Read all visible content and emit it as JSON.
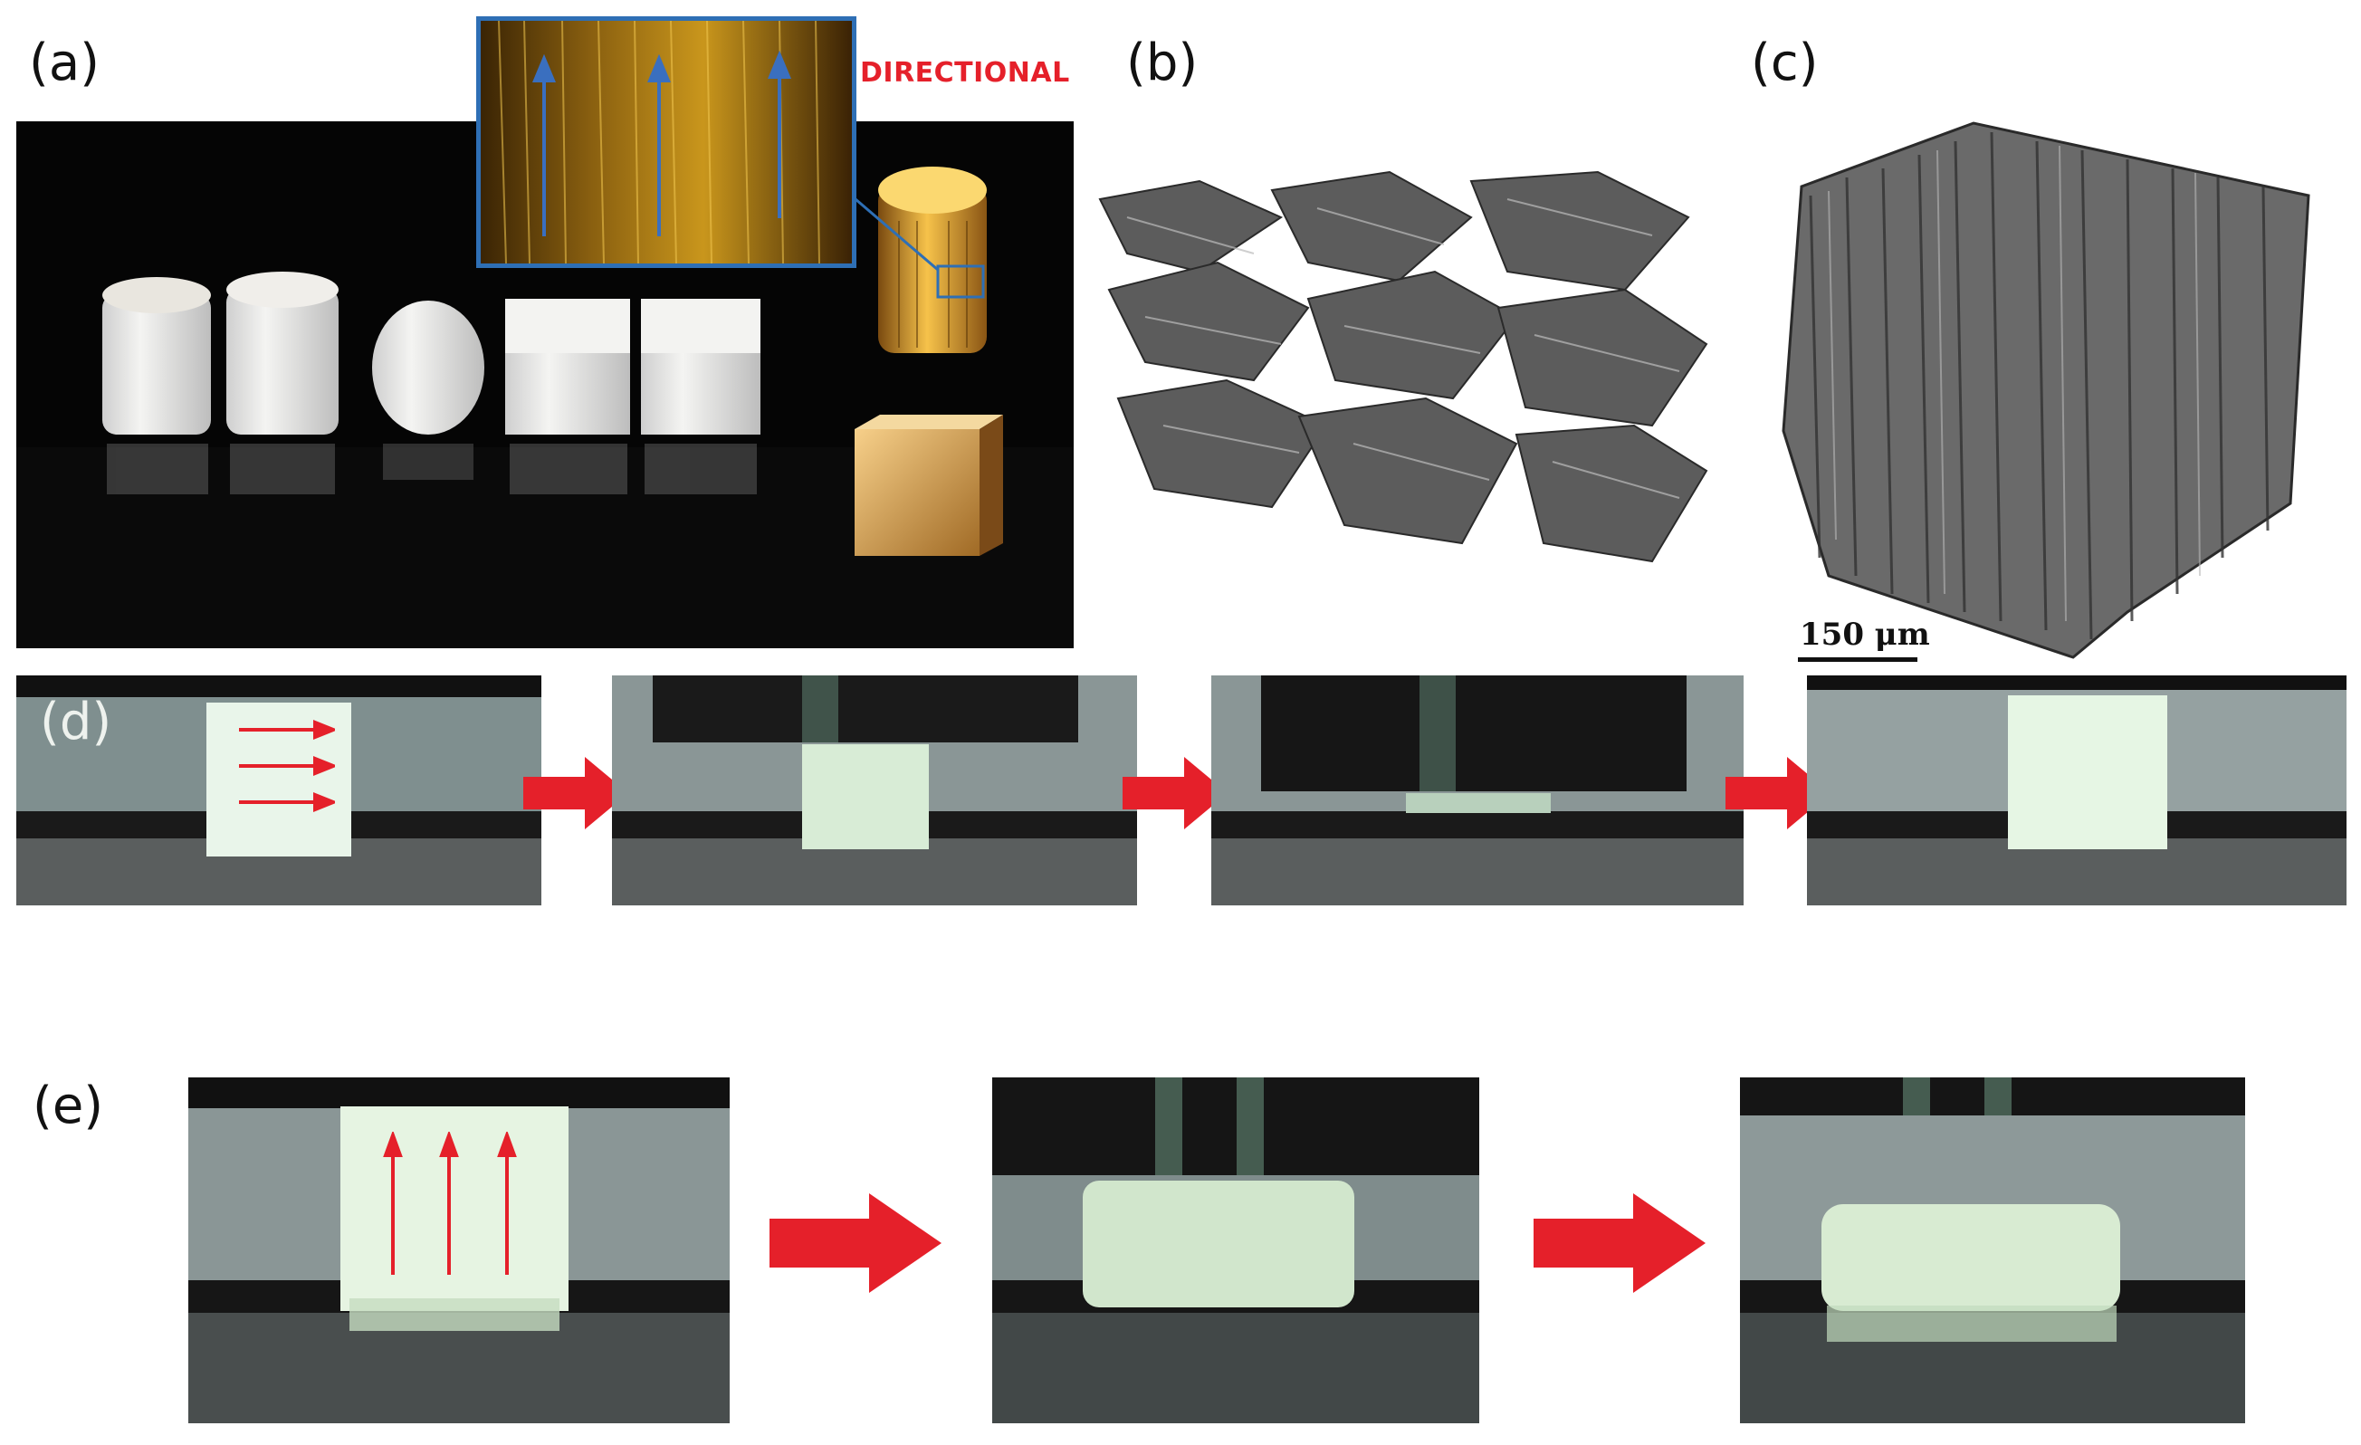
{
  "panels": {
    "a": {
      "label": "(a)",
      "annotation": "DIRECTIONAL"
    },
    "b": {
      "label": "(b)"
    },
    "c": {
      "label": "(c)",
      "scale_bar": "150 μm"
    },
    "d": {
      "label": "(d)",
      "frame_count": 4
    },
    "e": {
      "label": "(e)",
      "frame_count": 3
    }
  },
  "colors": {
    "arrow_red": "#e5202a",
    "annotation_red": "#e5202a",
    "inset_border": "#2e6fb5",
    "inset_arrows": "#3a6fbf",
    "background": "#ffffff",
    "photo_dark": "#050505"
  },
  "icons": {
    "process_arrow": "red-right-arrow-icon",
    "direction_arrow": "red-thin-arrow-icon",
    "inset_arrow": "blue-up-arrow-icon"
  }
}
